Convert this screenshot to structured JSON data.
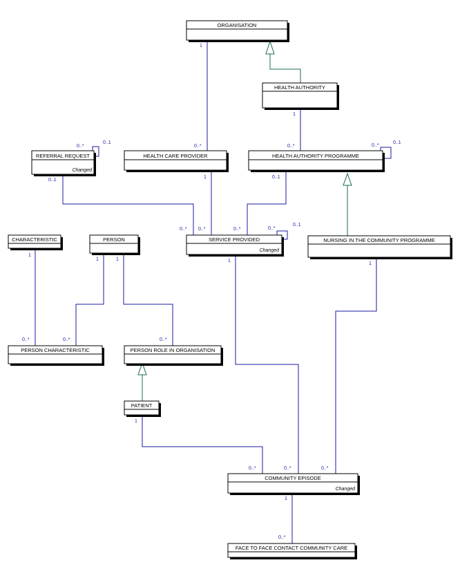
{
  "entities": {
    "organisation": {
      "title": "ORGANISATION"
    },
    "health_authority": {
      "title": "HEALTH AUTHORITY"
    },
    "referral_request": {
      "title": "REFERRAL REQUEST",
      "stereotype": "Changed"
    },
    "health_care_provider": {
      "title": "HEALTH CARE PROVIDER"
    },
    "health_authority_programme": {
      "title": "HEALTH AUTHORITY PROGRAMME"
    },
    "characteristic": {
      "title": "CHARACTERISTIC"
    },
    "person": {
      "title": "PERSON"
    },
    "service_provided": {
      "title": "SERVICE PROVIDED",
      "stereotype": "Changed"
    },
    "nursing_in_community_programme": {
      "title": "NURSING IN THE COMMUNITY PROGRAMME"
    },
    "person_characteristic": {
      "title": "PERSON CHARACTERISTIC"
    },
    "person_role_in_organisation": {
      "title": "PERSON ROLE IN ORGANISATION"
    },
    "patient": {
      "title": "PATIENT"
    },
    "community_episode": {
      "title": "COMMUNITY EPISODE",
      "stereotype": "Changed"
    },
    "face_to_face_contact": {
      "title": "FACE TO FACE CONTACT COMMUNITY CARE"
    }
  },
  "multiplicities": {
    "org_hcp_one": "1",
    "org_hcp_many": "0..*",
    "ha_hap_one": "1",
    "ha_hap_many": "0..*",
    "rr_self_many": "0..*",
    "rr_self_opt": "0..1",
    "rr_sp_opt": "0..1",
    "rr_sp_many": "0..*",
    "hcp_sp_one": "1",
    "hcp_sp_many": "0..*",
    "hap_self_many": "0..*",
    "hap_self_opt": "0..1",
    "hap_sp_opt": "0..1",
    "hap_sp_many": "0..*",
    "sp_self_many": "0..*",
    "sp_self_opt": "0..1",
    "char_pc_one": "1",
    "char_pc_many": "0..*",
    "person_pc_one": "1",
    "person_pc_many": "0..*",
    "person_prio_one": "1",
    "person_prio_many": "0..*",
    "sp_ce_one": "1",
    "sp_ce_many": "0..*",
    "nicp_ce_one": "1",
    "nicp_ce_many": "0..*",
    "patient_ce_one": "1",
    "patient_ce_many": "0..*",
    "ce_f2f_one": "1",
    "ce_f2f_many": "0..*"
  }
}
